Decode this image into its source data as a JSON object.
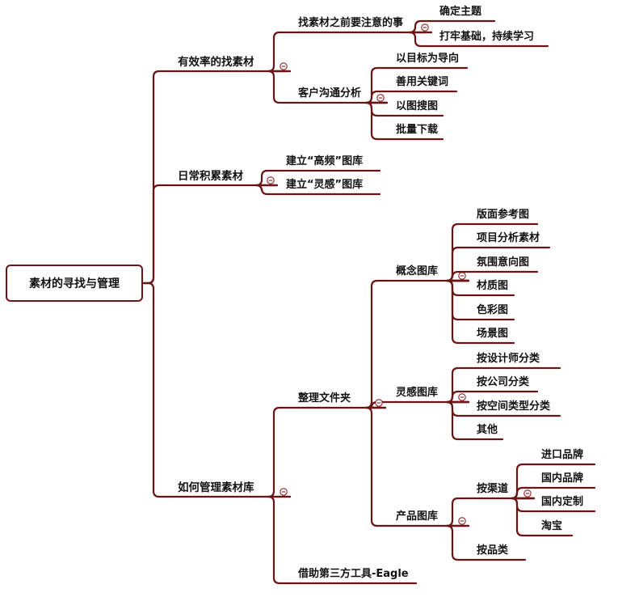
{
  "root": {
    "id": "root",
    "label": "素材的寻找与管理"
  },
  "nodes": [
    {
      "id": "n1",
      "label": "有效率的找素材"
    },
    {
      "id": "n1a",
      "label": "找素材之前要注意的事"
    },
    {
      "id": "n1a1",
      "label": "确定主题"
    },
    {
      "id": "n1a2",
      "label": "打牢基础，持续学习"
    },
    {
      "id": "n1b",
      "label": "客户沟通分析"
    },
    {
      "id": "n1b1",
      "label": "以目标为导向"
    },
    {
      "id": "n1b2",
      "label": "善用关键词"
    },
    {
      "id": "n1b3",
      "label": "以图搜图"
    },
    {
      "id": "n1b4",
      "label": "批量下载"
    },
    {
      "id": "n2",
      "label": "日常积累素材"
    },
    {
      "id": "n2a",
      "label": "建立“高频”图库"
    },
    {
      "id": "n2b",
      "label": "建立“灵感”图库"
    },
    {
      "id": "n3",
      "label": "如何管理素材库"
    },
    {
      "id": "n3a",
      "label": "整理文件夹"
    },
    {
      "id": "n3a1",
      "label": "概念图库"
    },
    {
      "id": "n3a1a",
      "label": "版面参考图"
    },
    {
      "id": "n3a1b",
      "label": "项目分析素材"
    },
    {
      "id": "n3a1c",
      "label": "氛围意向图"
    },
    {
      "id": "n3a1d",
      "label": "材质图"
    },
    {
      "id": "n3a1e",
      "label": "色彩图"
    },
    {
      "id": "n3a1f",
      "label": "场景图"
    },
    {
      "id": "n3a2",
      "label": "灵感图库"
    },
    {
      "id": "n3a2a",
      "label": "按设计师分类"
    },
    {
      "id": "n3a2b",
      "label": "按公司分类"
    },
    {
      "id": "n3a2c",
      "label": "按空间类型分类"
    },
    {
      "id": "n3a2d",
      "label": "其他"
    },
    {
      "id": "n3a3",
      "label": "产品图库"
    },
    {
      "id": "n3a3a",
      "label": "按渠道"
    },
    {
      "id": "n3a3a1",
      "label": "进口品牌"
    },
    {
      "id": "n3a3a2",
      "label": "国内品牌"
    },
    {
      "id": "n3a3a3",
      "label": "国内定制"
    },
    {
      "id": "n3a3a4",
      "label": "淘宝"
    },
    {
      "id": "n3a3b",
      "label": "按品类"
    },
    {
      "id": "n3b",
      "label": "借助第三方工具-Eagle"
    }
  ],
  "edges": [
    [
      "root",
      "n1"
    ],
    [
      "root",
      "n2"
    ],
    [
      "root",
      "n3"
    ],
    [
      "n1",
      "n1a"
    ],
    [
      "n1",
      "n1b"
    ],
    [
      "n1a",
      "n1a1"
    ],
    [
      "n1a",
      "n1a2"
    ],
    [
      "n1b",
      "n1b1"
    ],
    [
      "n1b",
      "n1b2"
    ],
    [
      "n1b",
      "n1b3"
    ],
    [
      "n1b",
      "n1b4"
    ],
    [
      "n2",
      "n2a"
    ],
    [
      "n2",
      "n2b"
    ],
    [
      "n3",
      "n3a"
    ],
    [
      "n3",
      "n3b"
    ],
    [
      "n3a",
      "n3a1"
    ],
    [
      "n3a",
      "n3a2"
    ],
    [
      "n3a",
      "n3a3"
    ],
    [
      "n3a1",
      "n3a1a"
    ],
    [
      "n3a1",
      "n3a1b"
    ],
    [
      "n3a1",
      "n3a1c"
    ],
    [
      "n3a1",
      "n3a1d"
    ],
    [
      "n3a1",
      "n3a1e"
    ],
    [
      "n3a1",
      "n3a1f"
    ],
    [
      "n3a2",
      "n3a2a"
    ],
    [
      "n3a2",
      "n3a2b"
    ],
    [
      "n3a2",
      "n3a2c"
    ],
    [
      "n3a2",
      "n3a2d"
    ],
    [
      "n3a3",
      "n3a3a"
    ],
    [
      "n3a3",
      "n3a3b"
    ],
    [
      "n3a3a",
      "n3a3a1"
    ],
    [
      "n3a3a",
      "n3a3a2"
    ],
    [
      "n3a3a",
      "n3a3a3"
    ],
    [
      "n3a3a",
      "n3a3a4"
    ]
  ],
  "colors": {
    "branch": "#6b1414",
    "collapse": "#8b2020",
    "text": "#111111"
  }
}
